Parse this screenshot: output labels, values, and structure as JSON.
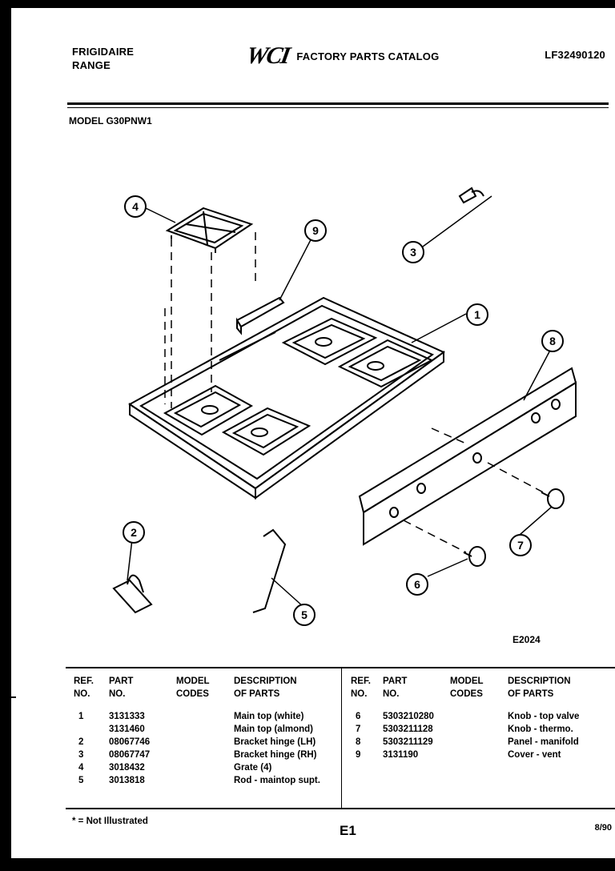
{
  "header": {
    "brand_line1": "FRIGIDAIRE",
    "brand_line2": "RANGE",
    "logo_text": "WCI",
    "catalog_title": "FACTORY PARTS CATALOG",
    "catalog_number": "LF32490120"
  },
  "model_line": "MODEL G30PNW1",
  "figure_code": "E2024",
  "callouts": [
    "1",
    "2",
    "3",
    "4",
    "5",
    "6",
    "7",
    "8",
    "9"
  ],
  "table": {
    "headers": {
      "ref": "REF.\nNO.",
      "part": "PART\nNO.",
      "model": "MODEL\nCODES",
      "desc": "DESCRIPTION\nOF PARTS"
    },
    "left_rows": [
      {
        "ref": "1",
        "part": "3131333",
        "desc": "Main top (white)"
      },
      {
        "ref": "",
        "part": "3131460",
        "desc": "Main top (almond)"
      },
      {
        "ref": "2",
        "part": "08067746",
        "desc": "Bracket hinge (LH)"
      },
      {
        "ref": "3",
        "part": "08067747",
        "desc": "Bracket hinge (RH)"
      },
      {
        "ref": "4",
        "part": "3018432",
        "desc": "Grate (4)"
      },
      {
        "ref": "5",
        "part": "3013818",
        "desc": "Rod - maintop supt."
      }
    ],
    "right_rows": [
      {
        "ref": "6",
        "part": "5303210280",
        "desc": "Knob - top valve"
      },
      {
        "ref": "7",
        "part": "5303211128",
        "desc": "Knob - thermo."
      },
      {
        "ref": "8",
        "part": "5303211129",
        "desc": "Panel - manifold"
      },
      {
        "ref": "9",
        "part": "3131190",
        "desc": "Cover - vent"
      }
    ]
  },
  "footer": {
    "note": "* = Not Illustrated",
    "page_id": "E1",
    "date": "8/90"
  }
}
